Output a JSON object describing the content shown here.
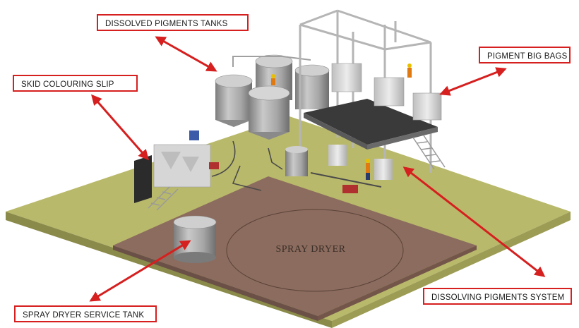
{
  "callouts": {
    "dissolved_pigments_tanks": "DISSOLVED PIGMENTS TANKS",
    "skid_colouring_slip": "SKID COLOURING SLIP",
    "pigment_big_bags": "PIGMENT BIG BAGS",
    "spray_dryer_service_tank": "SPRAY DRYER SERVICE TANK",
    "dissolving_pigments_system": "DISSOLVING PIGMENTS SYSTEM"
  },
  "floor_label": "SPRAY DRYER",
  "colors": {
    "callout_border": "#d61f1f",
    "arrow": "#d61f1f",
    "slab": "#b8b86a",
    "spray_pad": "#8c6a5c",
    "tank": "#9a9a9a"
  }
}
